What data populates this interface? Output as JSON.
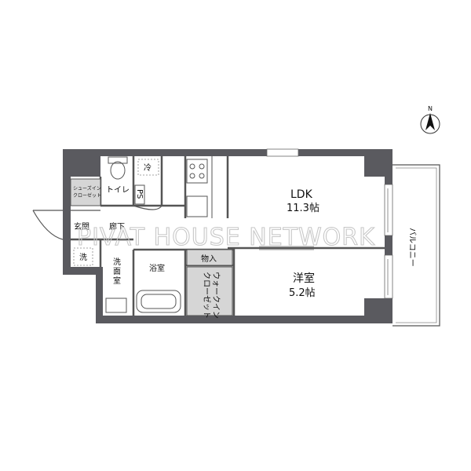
{
  "rooms": {
    "ldk": {
      "name": "LDK",
      "size": "11.3帖"
    },
    "western": {
      "name": "洋室",
      "size": "5.2帖"
    },
    "toilet": "トイレ",
    "ps": "PS",
    "fridge": "冷",
    "shoe_closet": [
      "シューズイン",
      "クローゼット"
    ],
    "entrance": "玄関",
    "hallway": "廊下",
    "washer": "洗",
    "washroom": [
      "洗",
      "面",
      "室"
    ],
    "bath": "浴室",
    "storage": "物入",
    "walk_in_closet": [
      "ウォークイン",
      "クローゼット"
    ],
    "balcony": "バルコニー"
  },
  "north_label": "N",
  "watermark": "PIVAT HOUSE NETWORK",
  "colors": {
    "wall": "#5a5a5f",
    "closet_fill": "#d6d6d6",
    "watermark": "#c8c8c8"
  }
}
